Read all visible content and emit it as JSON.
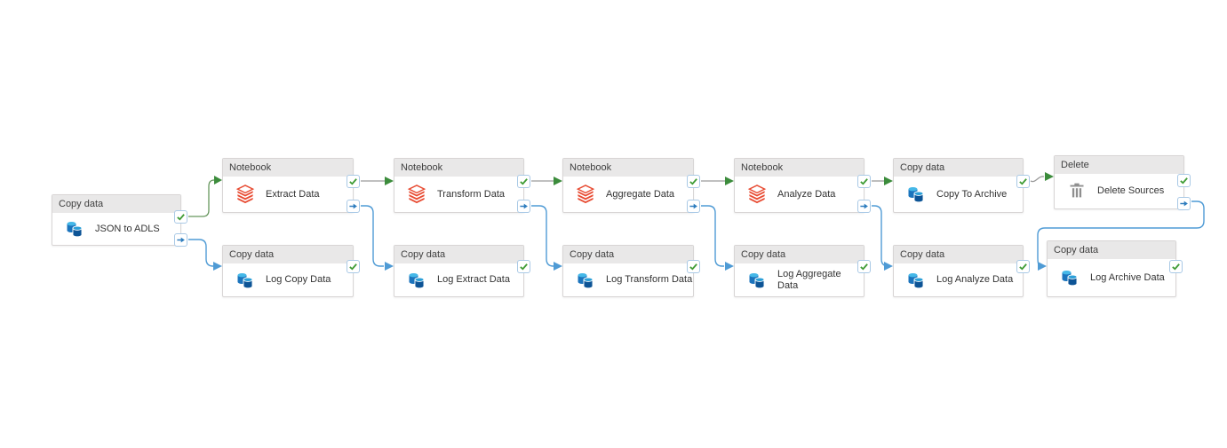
{
  "pipeline": {
    "nodes": [
      {
        "type": "Copy data",
        "name": "JSON to ADLS",
        "icon": "copy-data-icon"
      },
      {
        "type": "Notebook",
        "name": "Extract Data",
        "icon": "databricks-notebook-icon"
      },
      {
        "type": "Notebook",
        "name": "Transform Data",
        "icon": "databricks-notebook-icon"
      },
      {
        "type": "Notebook",
        "name": "Aggregate Data",
        "icon": "databricks-notebook-icon"
      },
      {
        "type": "Notebook",
        "name": "Analyze Data",
        "icon": "databricks-notebook-icon"
      },
      {
        "type": "Copy data",
        "name": "Copy To Archive",
        "icon": "copy-data-icon"
      },
      {
        "type": "Delete",
        "name": "Delete Sources",
        "icon": "trash-icon"
      },
      {
        "type": "Copy data",
        "name": "Log Copy Data",
        "icon": "copy-data-icon"
      },
      {
        "type": "Copy data",
        "name": "Log Extract Data",
        "icon": "copy-data-icon"
      },
      {
        "type": "Copy data",
        "name": "Log Transform Data",
        "icon": "copy-data-icon"
      },
      {
        "type": "Copy data",
        "name": "Log Aggregate Data",
        "icon": "copy-data-icon"
      },
      {
        "type": "Copy data",
        "name": "Log Analyze Data",
        "icon": "copy-data-icon"
      },
      {
        "type": "Copy data",
        "name": "Log Archive Data",
        "icon": "copy-data-icon"
      }
    ],
    "connections": [
      {
        "from": "JSON to ADLS",
        "to": "Extract Data",
        "condition": "success"
      },
      {
        "from": "JSON to ADLS",
        "to": "Log Copy Data",
        "condition": "completion"
      },
      {
        "from": "Extract Data",
        "to": "Transform Data",
        "condition": "success"
      },
      {
        "from": "Extract Data",
        "to": "Log Extract Data",
        "condition": "completion"
      },
      {
        "from": "Transform Data",
        "to": "Aggregate Data",
        "condition": "success"
      },
      {
        "from": "Transform Data",
        "to": "Log Transform Data",
        "condition": "completion"
      },
      {
        "from": "Aggregate Data",
        "to": "Analyze Data",
        "condition": "success"
      },
      {
        "from": "Aggregate Data",
        "to": "Log Aggregate Data",
        "condition": "completion"
      },
      {
        "from": "Analyze Data",
        "to": "Copy To Archive",
        "condition": "success"
      },
      {
        "from": "Analyze Data",
        "to": "Log Analyze Data",
        "condition": "completion"
      },
      {
        "from": "Copy To Archive",
        "to": "Delete Sources",
        "condition": "success"
      },
      {
        "from": "Delete Sources",
        "to": "Log Archive Data",
        "condition": "completion"
      }
    ],
    "colors": {
      "success_check": "#3f9c35",
      "success_arrowhead": "#3c8c3c",
      "success_elbow_line": "#67975e",
      "sequence_line": "#9b9b9b",
      "completion_line": "#4f9bd5",
      "completion_glyph": "#2e7dbe",
      "badge_border": "#a9c9e6",
      "databricks_red": "#e84b32",
      "copy_icon_dark_blue": "#0d5496",
      "copy_icon_light_blue": "#1b74bd",
      "copy_icon_cyan": "#45b8e8",
      "trash_gray": "#8f8f8f",
      "node_header_bg": "#e9e8e8",
      "node_border": "#d8d5d5",
      "text": "#333333"
    }
  }
}
